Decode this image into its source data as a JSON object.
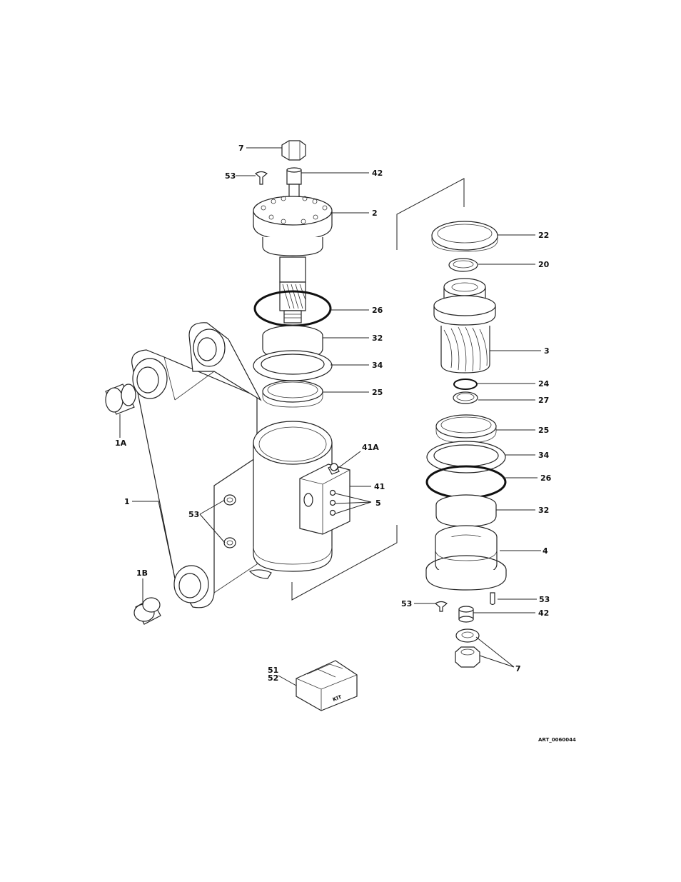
{
  "figure": {
    "art_ref": "ART_0060044",
    "kit_box_label": "KIT"
  },
  "callouts": {
    "c7_top": "7",
    "c53_top": "53",
    "c42_top": "42",
    "c2": "2",
    "c22": "22",
    "c20": "20",
    "c26_left": "26",
    "c3": "3",
    "c32_left": "32",
    "c34_left": "34",
    "c24": "24",
    "c25_left": "25",
    "c27": "27",
    "c1A": "1A",
    "c25_right": "25",
    "c41A": "41A",
    "c34_right": "34",
    "c41": "41",
    "c26_right": "26",
    "c1": "1",
    "c5": "5",
    "c53_mid": "53",
    "c32_right": "32",
    "c4": "4",
    "c1B": "1B",
    "c53_right": "53",
    "c53_bottom": "53",
    "c42_bottom": "42",
    "c7_bottom": "7",
    "c51": "51",
    "c52": "52"
  },
  "colors": {
    "line": "#222222",
    "background": "#ffffff"
  }
}
